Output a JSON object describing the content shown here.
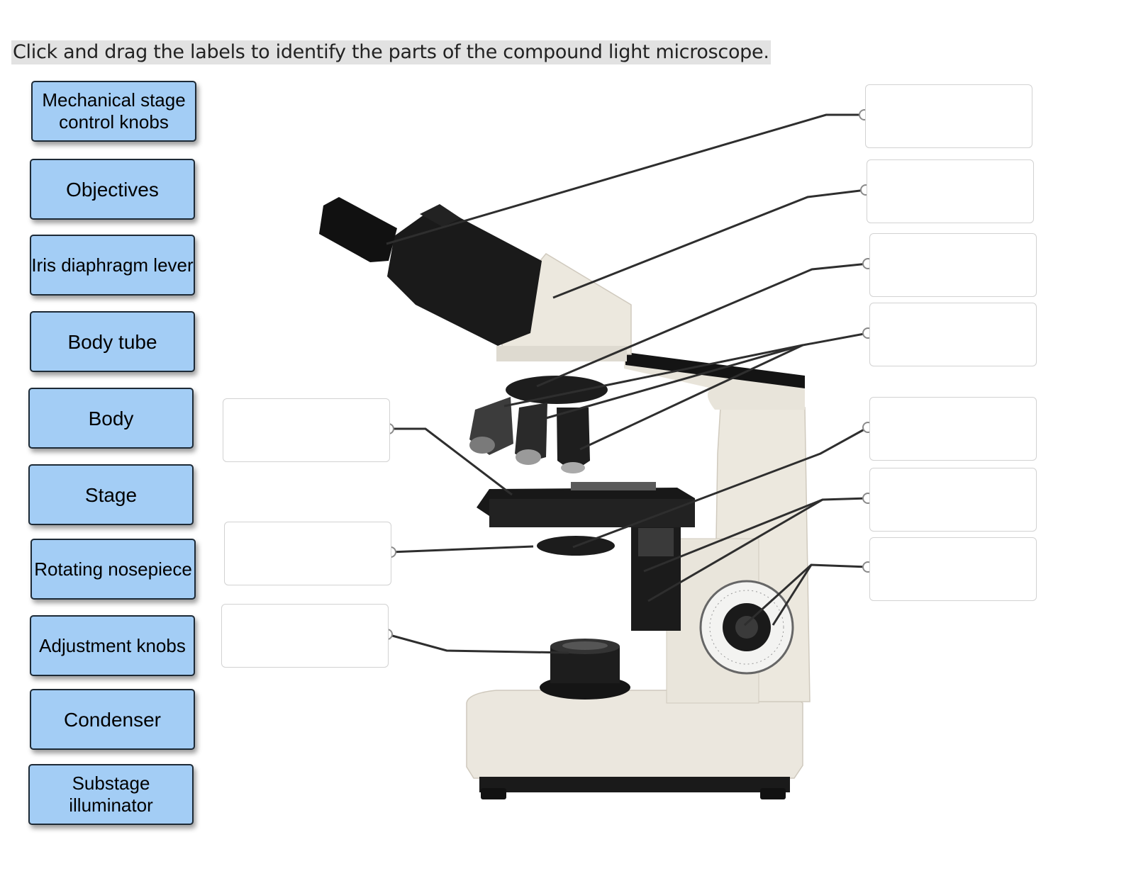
{
  "instruction": "Click and drag the labels to identify the parts of the compound light microscope.",
  "labels": [
    "Mechanical stage control knobs",
    "Objectives",
    "Iris diaphragm lever",
    "Body tube",
    "Body",
    "Stage",
    "Rotating nosepiece",
    "Adjustment knobs",
    "Condenser",
    "Substage illuminator"
  ],
  "colors": {
    "label_fill": "#a3cdf5",
    "label_border": "#1d2a36",
    "drop_zone_border": "#d2d2d2",
    "leader_line": "#2e2e2e"
  }
}
